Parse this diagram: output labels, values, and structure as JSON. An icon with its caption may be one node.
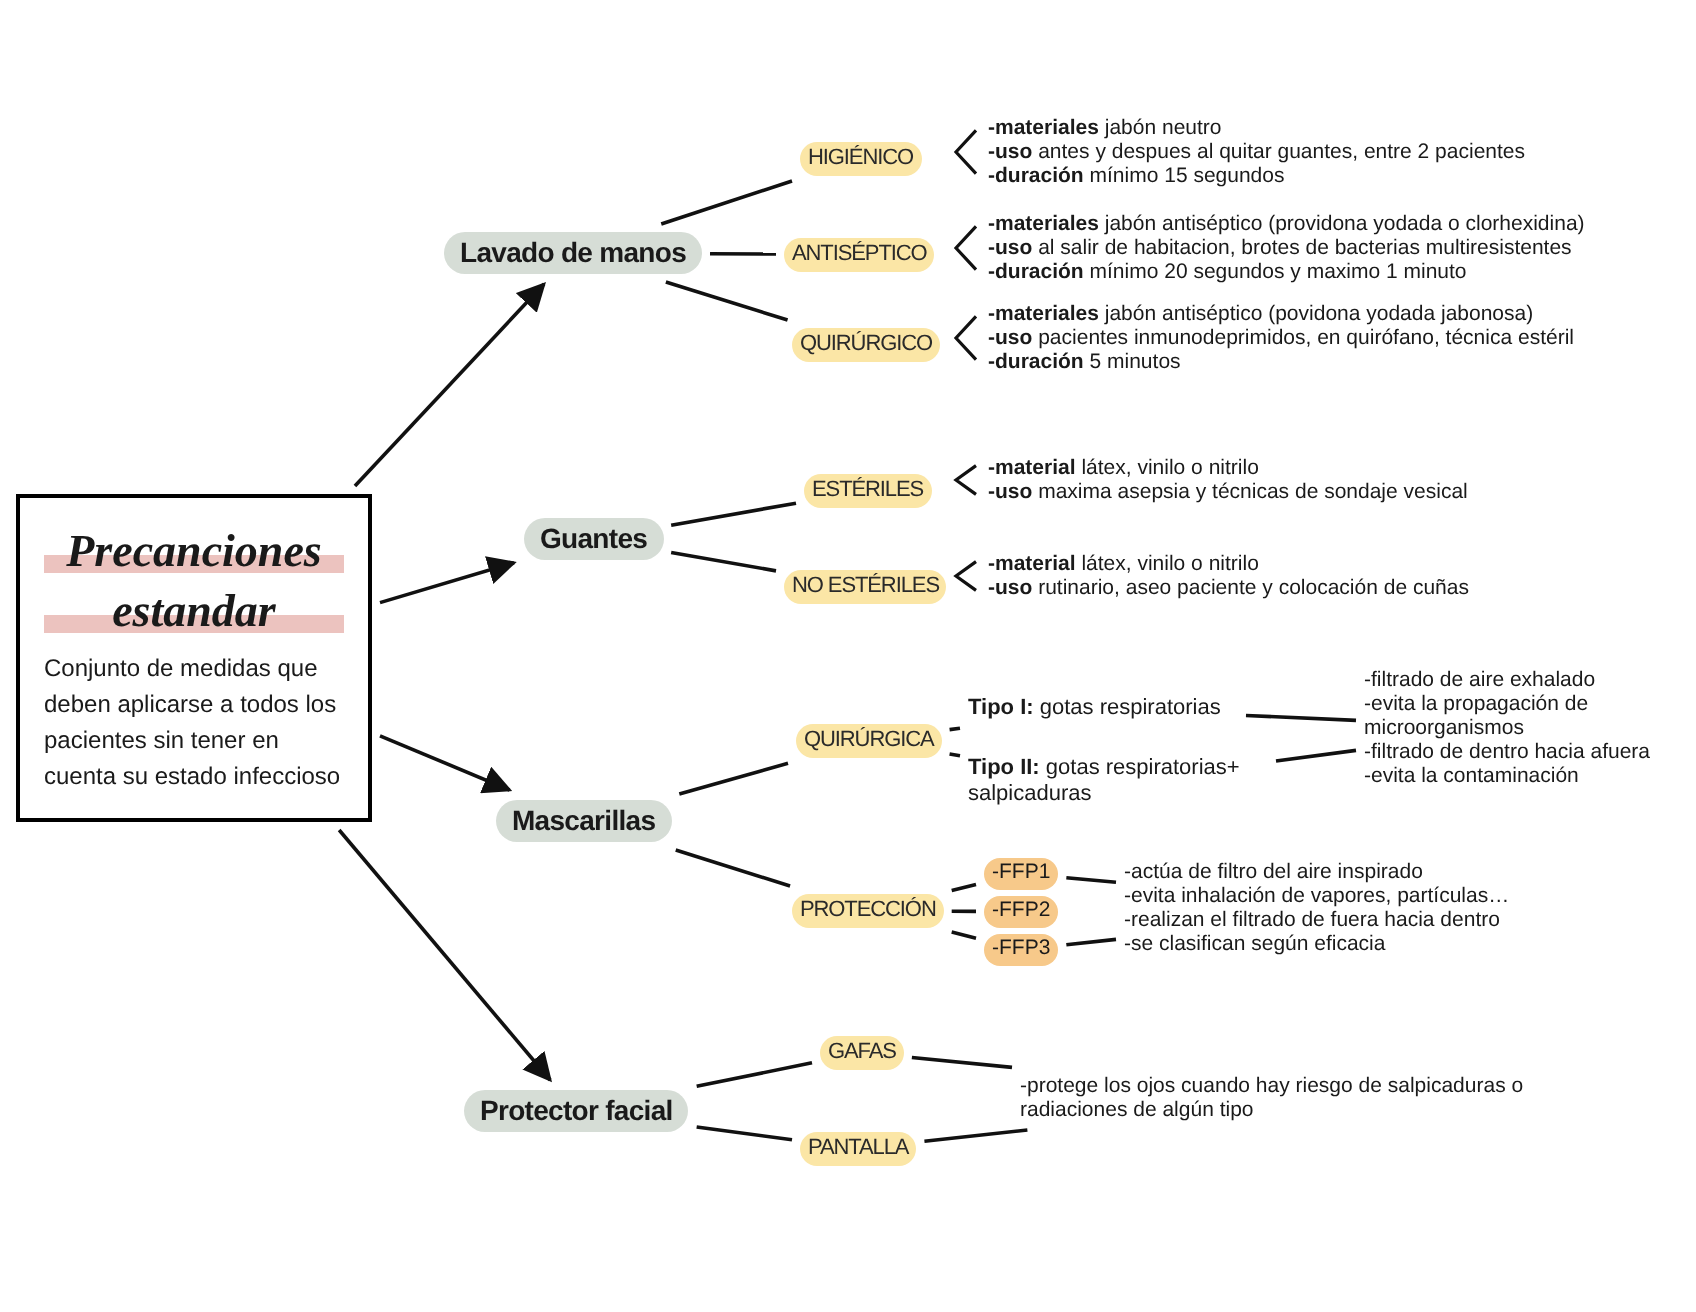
{
  "diagram": {
    "nodes": [
      {
        "text": [
          "Precanciones estandar",
          "Conjunto de medidas que deben aplicarse a todos los pacientes sin tener en cuenta su estado infeccioso"
        ]
      },
      {
        "text": [
          "Lavado de manos"
        ]
      },
      {
        "text": [
          "Guantes"
        ]
      },
      {
        "text": [
          "Mascarillas"
        ]
      },
      {
        "text": [
          "Protector facial"
        ]
      },
      {
        "text": [
          "HIGIÉNICO"
        ],
        "beside": [
          "**-materiales** jabón neutro",
          "**-uso** antes y despues al quitar guantes, entre 2 pacientes",
          "**-duración** mínimo 15 segundos"
        ]
      },
      {
        "text": [
          "ANTISÉPTICO"
        ],
        "beside": [
          "**-materiales** jabón antiséptico (providona yodada o clorhexidina)",
          "**-uso** al salir de habitacion, brotes de bacterias multiresistentes",
          "**-duración** mínimo 20 segundos y maximo 1 minuto"
        ]
      },
      {
        "text": [
          "QUIRÚRGICO"
        ],
        "beside": [
          "**-materiales** jabón antiséptico (povidona yodada jabonosa)",
          "**-uso** pacientes inmunodeprimidos, en quirófano, técnica estéril",
          "**-duración** 5 minutos"
        ]
      },
      {
        "text": [
          "ESTÉRILES"
        ],
        "beside": [
          "**-material** látex, vinilo o nitrilo",
          "**-uso** maxima asepsia y técnicas de sondaje vesical"
        ]
      },
      {
        "text": [
          "NO ESTÉRILES"
        ],
        "beside": [
          "**-material** látex, vinilo o nitrilo",
          "**-uso** rutinario, aseo paciente y colocación de cuñas"
        ]
      },
      {
        "text": [
          "QUIRÚRGICA"
        ]
      },
      {
        "text": [
          "**Tipo I:** gotas respiratorias"
        ]
      },
      {
        "text": [
          "**Tipo II:** gotas respiratorias+ salpicaduras"
        ]
      },
      {
        "text": [
          "-filtrado de aire exhalado",
          "-evita la propagación de microorganismos",
          "-filtrado de dentro hacia afuera",
          "-evita la contaminación"
        ]
      },
      {
        "text": [
          "PROTECCIÓN"
        ]
      },
      {
        "text": [
          "-FFP1"
        ]
      },
      {
        "text": [
          "-FFP2"
        ]
      },
      {
        "text": [
          "-FFP3"
        ]
      },
      {
        "text": [
          "-actúa de filtro del aire inspirado",
          "-evita inhalación de vapores, partículas…",
          "-realizan el filtrado de fuera hacia dentro",
          "-se clasifican según eficacia"
        ]
      },
      {
        "text": [
          "GAFAS"
        ]
      },
      {
        "text": [
          "PANTALLA"
        ]
      },
      {
        "text": [
          "-protege los ojos cuando hay riesgo de salpicaduras o radiaciones de algún tipo"
        ]
      }
    ],
    "edges": [
      {
        "from": 0,
        "to": 1,
        "arrow": "to"
      },
      {
        "from": 0,
        "to": 2,
        "arrow": "to"
      },
      {
        "from": 0,
        "to": 3,
        "arrow": "to"
      },
      {
        "from": 0,
        "to": 4,
        "arrow": "to"
      },
      {
        "from": 1,
        "to": 5,
        "arrow": "none"
      },
      {
        "from": 1,
        "to": 6,
        "arrow": "none"
      },
      {
        "from": 1,
        "to": 7,
        "arrow": "none"
      },
      {
        "from": 2,
        "to": 8,
        "arrow": "none"
      },
      {
        "from": 2,
        "to": 9,
        "arrow": "none"
      },
      {
        "from": 3,
        "to": 10,
        "arrow": "none"
      },
      {
        "from": 3,
        "to": 14,
        "arrow": "none"
      },
      {
        "from": 4,
        "to": 19,
        "arrow": "none"
      },
      {
        "from": 4,
        "to": 20,
        "arrow": "none"
      },
      {
        "from": 10,
        "to": 11,
        "arrow": "none"
      },
      {
        "from": 10,
        "to": 12,
        "arrow": "none"
      },
      {
        "from": 11,
        "to": 13,
        "arrow": "none"
      },
      {
        "from": 12,
        "to": 13,
        "arrow": "none"
      },
      {
        "from": 14,
        "to": 15,
        "arrow": "none"
      },
      {
        "from": 14,
        "to": 16,
        "arrow": "none"
      },
      {
        "from": 14,
        "to": 17,
        "arrow": "none"
      },
      {
        "from": 15,
        "to": 18,
        "arrow": "none"
      },
      {
        "from": 17,
        "to": 18,
        "arrow": "none"
      },
      {
        "from": 19,
        "to": 21,
        "arrow": "none"
      },
      {
        "from": 20,
        "to": 21,
        "arrow": "none"
      }
    ]
  }
}
